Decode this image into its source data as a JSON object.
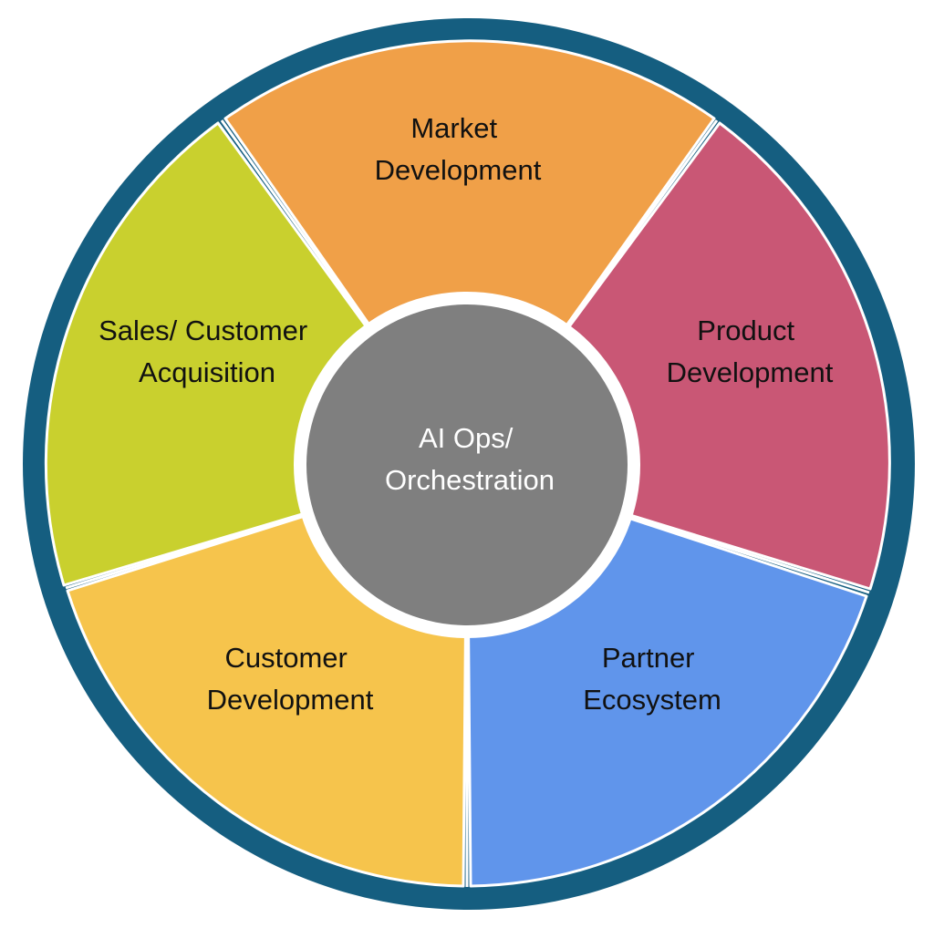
{
  "diagram": {
    "center": {
      "lines": [
        "AI Ops/",
        "Orchestration"
      ],
      "color": "#7f7f7f"
    },
    "ring_color": "#155e80",
    "divider_color": "#ffffff",
    "segments": [
      {
        "key": "market",
        "lines": [
          "Market",
          "Development"
        ],
        "color": "#f0a048"
      },
      {
        "key": "product",
        "lines": [
          "Product",
          "Development"
        ],
        "color": "#c95775"
      },
      {
        "key": "partner",
        "lines": [
          "Partner",
          "Ecosystem"
        ],
        "color": "#6095eb"
      },
      {
        "key": "customer-dev",
        "lines": [
          "Customer",
          "Development"
        ],
        "color": "#f6c44c"
      },
      {
        "key": "sales",
        "lines": [
          "Sales/ Customer",
          "Acquisition"
        ],
        "color": "#c9d02e"
      }
    ]
  }
}
